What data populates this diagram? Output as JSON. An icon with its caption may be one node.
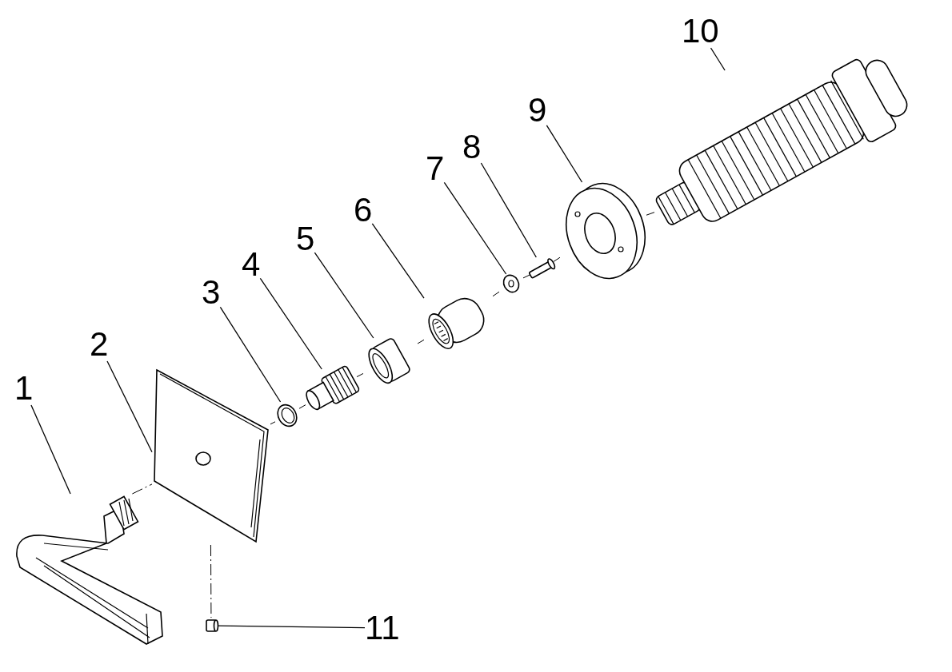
{
  "diagram": {
    "nodes": [
      {
        "text": [
          "1"
        ]
      },
      {
        "text": [
          "2"
        ]
      },
      {
        "text": [
          "3"
        ]
      },
      {
        "text": [
          "4"
        ]
      },
      {
        "text": [
          "5"
        ]
      },
      {
        "text": [
          "6"
        ]
      },
      {
        "text": [
          "7"
        ]
      },
      {
        "text": [
          "8"
        ]
      },
      {
        "text": [
          "9"
        ]
      },
      {
        "text": [
          "10"
        ]
      },
      {
        "text": [
          "11"
        ]
      },
      {
        "text": [],
        "shape": "picture"
      },
      {
        "text": [],
        "shape": "picture"
      },
      {
        "text": [],
        "shape": "picture"
      },
      {
        "text": [],
        "shape": "picture"
      },
      {
        "text": [],
        "shape": "picture"
      },
      {
        "text": [],
        "shape": "picture"
      },
      {
        "text": [],
        "shape": "picture"
      },
      {
        "text": [],
        "shape": "cylinder"
      },
      {
        "text": [],
        "shape": "picture"
      },
      {
        "text": [],
        "shape": "picture"
      },
      {
        "text": [],
        "shape": "cylinder"
      }
    ],
    "edges": [
      {
        "from": 0,
        "to": 11,
        "arrow": "none"
      },
      {
        "from": 1,
        "to": 12,
        "arrow": "none"
      },
      {
        "from": 2,
        "to": 13,
        "arrow": "none"
      },
      {
        "from": 3,
        "to": 14,
        "arrow": "none"
      },
      {
        "from": 4,
        "to": 15,
        "arrow": "none"
      },
      {
        "from": 5,
        "to": 16,
        "arrow": "none"
      },
      {
        "from": 6,
        "to": 17,
        "arrow": "none"
      },
      {
        "from": 7,
        "to": 18,
        "arrow": "none"
      },
      {
        "from": 8,
        "to": 19,
        "arrow": "none"
      },
      {
        "from": 9,
        "to": 20,
        "arrow": "none"
      },
      {
        "from": 10,
        "to": 21,
        "arrow": "none"
      },
      {
        "from": 11,
        "to": 12,
        "arrow": "none",
        "style": "dashed"
      },
      {
        "from": 12,
        "to": 13,
        "arrow": "none",
        "style": "dashed"
      },
      {
        "from": 13,
        "to": 14,
        "arrow": "none",
        "style": "dashed"
      },
      {
        "from": 14,
        "to": 15,
        "arrow": "none",
        "style": "dashed"
      },
      {
        "from": 15,
        "to": 16,
        "arrow": "none",
        "style": "dashed"
      },
      {
        "from": 16,
        "to": 17,
        "arrow": "none",
        "style": "dashed"
      },
      {
        "from": 17,
        "to": 18,
        "arrow": "none",
        "style": "dashed"
      },
      {
        "from": 18,
        "to": 19,
        "arrow": "none",
        "style": "dashed"
      },
      {
        "from": 19,
        "to": 20,
        "arrow": "none",
        "style": "dashed"
      },
      {
        "from": 12,
        "to": 21,
        "arrow": "none",
        "style": "dashed"
      }
    ]
  }
}
